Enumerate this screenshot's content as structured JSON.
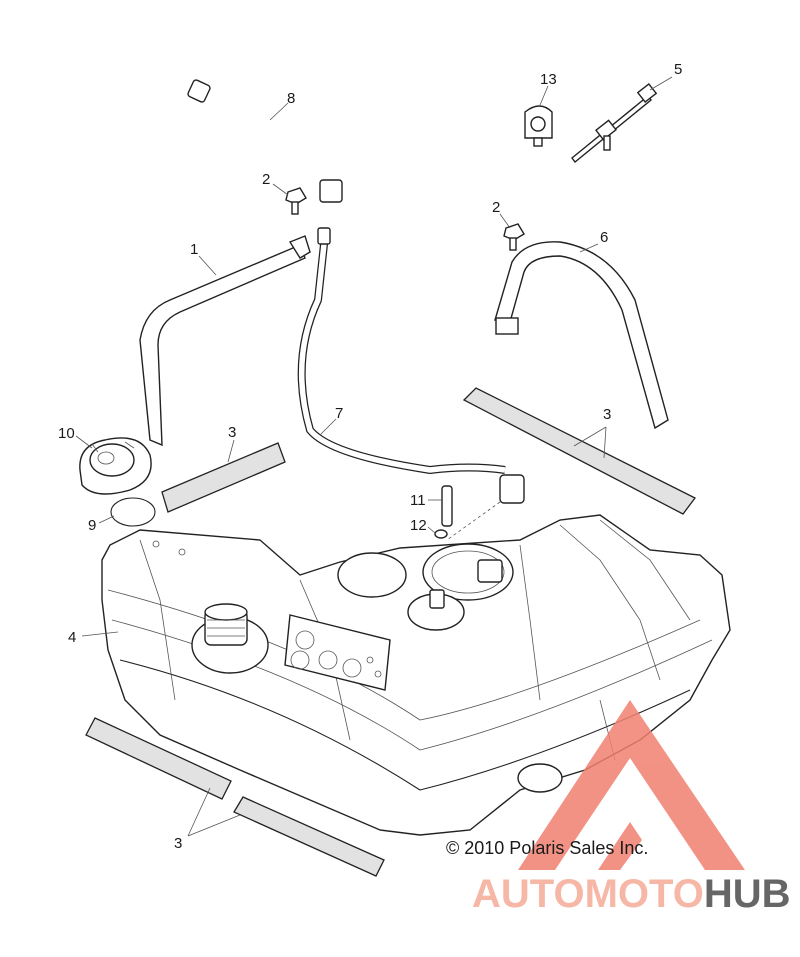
{
  "callouts": {
    "c1": "1",
    "c2a": "2",
    "c2b": "2",
    "c3a": "3",
    "c3b": "3",
    "c3c": "3",
    "c4": "4",
    "c5": "5",
    "c6": "6",
    "c7": "7",
    "c8": "8",
    "c9": "9",
    "c10": "10",
    "c11": "11",
    "c12": "12",
    "c13": "13"
  },
  "copyright": "© 2010 Polaris Sales Inc.",
  "watermark": {
    "word_a": "AUTOMOTO",
    "word_b": "HUB",
    "color_a": "#f6b7a6",
    "color_b": "#666666",
    "triangle_color": "#f08070"
  }
}
